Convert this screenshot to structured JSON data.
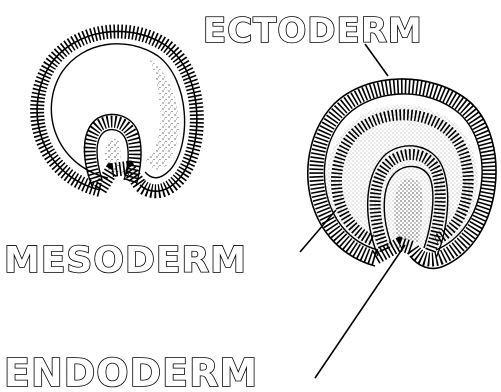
{
  "labels": {
    "ectoderm": "ECTODERM",
    "mesoderm": "MESODERM",
    "endoderm": "ENDODERM"
  },
  "colors": {
    "ink": "#000000",
    "background": "#ffffff"
  }
}
